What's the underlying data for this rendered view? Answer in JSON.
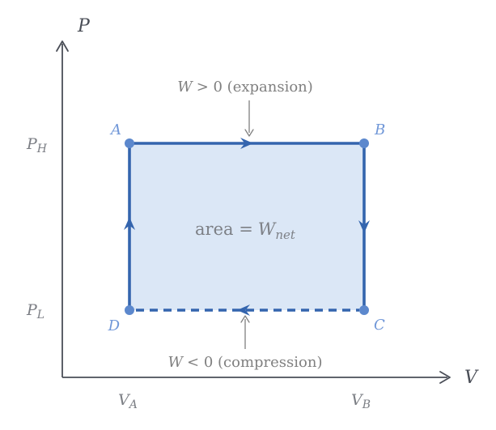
{
  "diagram": {
    "kind": "pressure-volume cycle diagram",
    "axes": {
      "y_label": "P",
      "x_label": "V"
    },
    "ticks": {
      "p_high": {
        "base": "P",
        "sub": "H"
      },
      "p_low": {
        "base": "P",
        "sub": "L"
      },
      "v_a": {
        "base": "V",
        "sub": "A"
      },
      "v_b": {
        "base": "V",
        "sub": "B"
      }
    },
    "points": {
      "a": "A",
      "b": "B",
      "c": "C",
      "d": "D"
    },
    "annotations": {
      "expansion": {
        "symbol": "W",
        "rest": "> 0 (expansion)"
      },
      "compression": {
        "symbol": "W",
        "rest": "< 0 (compression)"
      },
      "area": {
        "prefix": "area =",
        "symbol": "W",
        "sub": "net"
      }
    },
    "colors": {
      "cycle_stroke": "#3465ae",
      "cycle_fill": "#dbe7f6",
      "point_fill": "#5c88cd",
      "point_label": "#7097d8",
      "axis": "#4a4e57",
      "tick_label": "#7b7e84",
      "annotation_text": "#808080"
    }
  }
}
